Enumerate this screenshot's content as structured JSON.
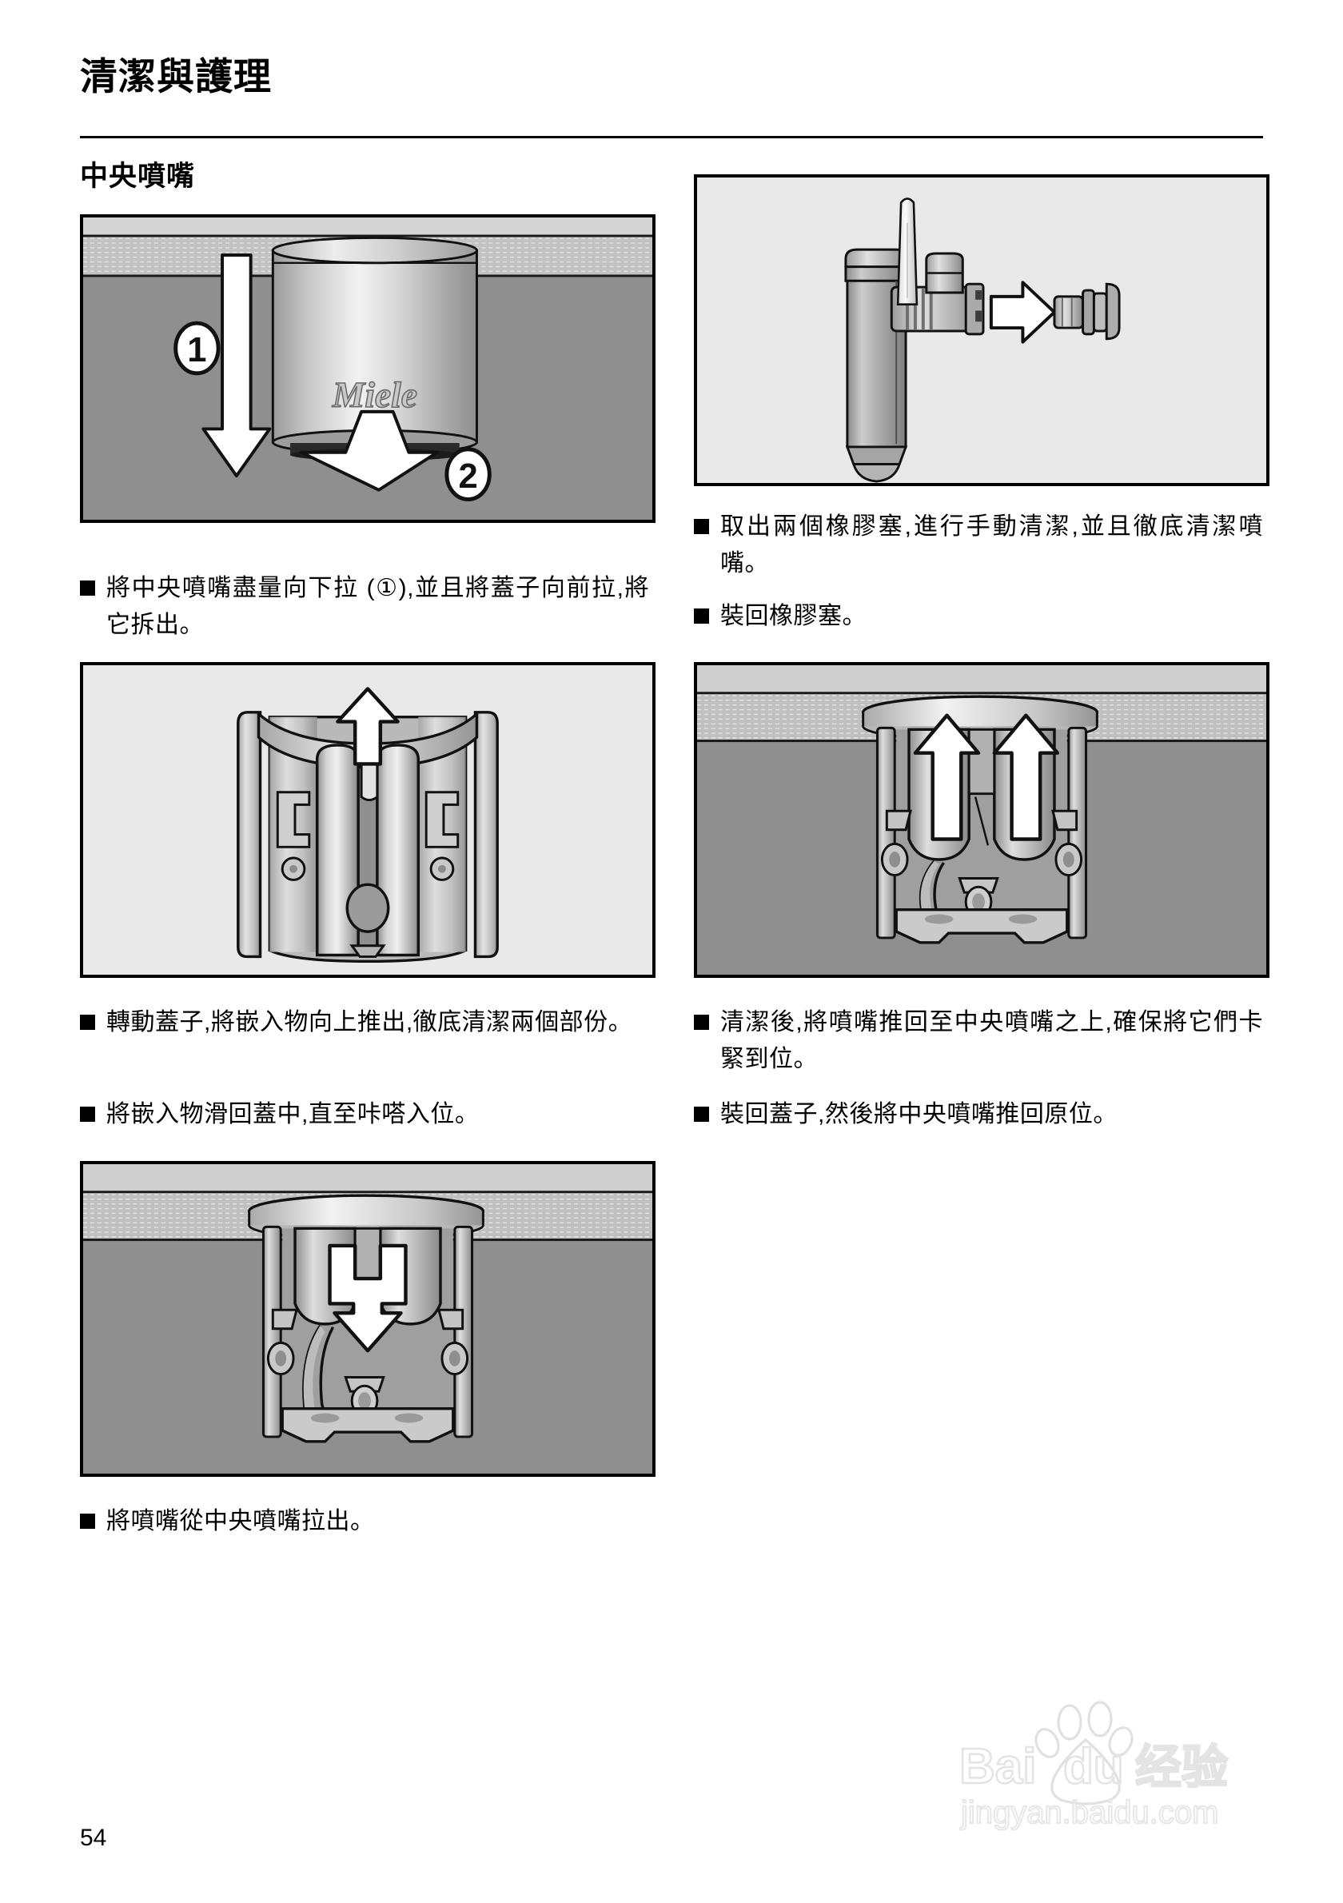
{
  "document": {
    "title": "清潔與護理",
    "section_heading": "中央噴嘴",
    "page_number": "54"
  },
  "figures": {
    "fig1": {
      "name": "central-spray-arm-removal",
      "callout_1": "1",
      "callout_2": "2",
      "brand_text": "Miele"
    },
    "fig2": {
      "name": "nozzle-rubber-plug-removal"
    },
    "fig3": {
      "name": "cap-insert-push-out"
    },
    "fig4": {
      "name": "nozzles-push-back-in"
    },
    "fig5": {
      "name": "nozzles-pull-out"
    }
  },
  "bullets": {
    "left": [
      {
        "text": "將中央噴嘴盡量向下拉 (①),並且將蓋子向前拉,將它拆出。"
      },
      {
        "text": "轉動蓋子,將嵌入物向上推出,徹底清潔兩個部份。"
      },
      {
        "text": "將嵌入物滑回蓋中,直至咔嗒入位。"
      },
      {
        "text": "將噴嘴從中央噴嘴拉出。"
      }
    ],
    "right": [
      {
        "text": "取出兩個橡膠塞,進行手動清潔,並且徹底清潔噴嘴。"
      },
      {
        "text": "裝回橡膠塞。"
      },
      {
        "text": "清潔後,將噴嘴推回至中央噴嘴之上,確保將它們卡緊到位。"
      },
      {
        "text": "裝回蓋子,然後將中央噴嘴推回原位。"
      }
    ]
  },
  "watermark": {
    "brand": "Baidu",
    "brand_cn": "经验",
    "url": "jingyan.baidu.com"
  },
  "colors": {
    "ink": "#000000",
    "figure_bg": "#e8e8e8",
    "appliance_dark": "#8c8c8c",
    "appliance_mid": "#b5b5b5",
    "appliance_light": "#d8d8d8"
  }
}
